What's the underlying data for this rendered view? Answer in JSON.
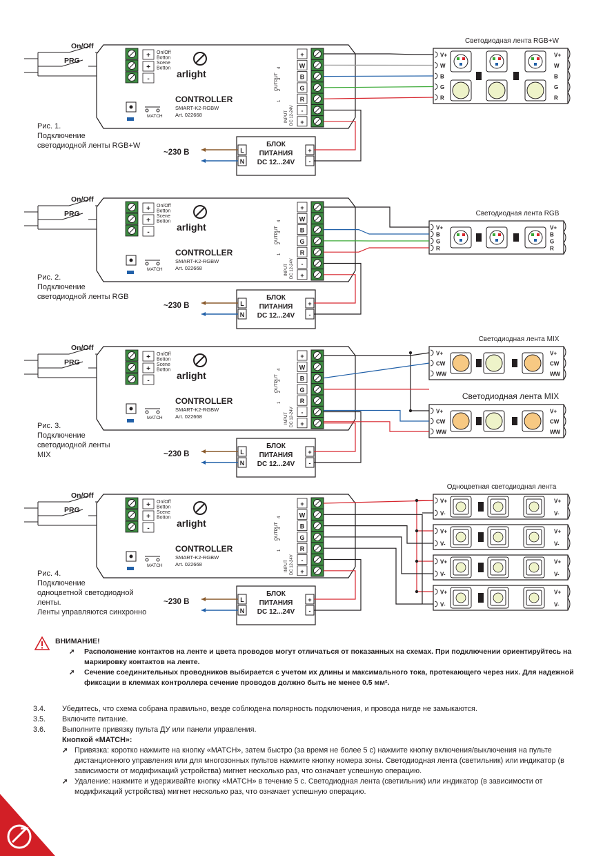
{
  "common": {
    "on_off": "On/Off",
    "prg": "PRG",
    "control_terms": [
      "On/Off",
      "Botton",
      "Scene",
      "Botton"
    ],
    "plus": "+",
    "minus": "-",
    "brand": "arlight",
    "controller_title": "CONTROLLER",
    "controller_model": "SMART-K2-RGBW",
    "controller_art": "Art. 022668",
    "match_label": "MATCH",
    "output_label": "OUTPUT",
    "input_label_1": "INPUT",
    "input_label_2": "DC 12-24V",
    "out_terms": [
      "+",
      "W",
      "B",
      "G",
      "R",
      "-",
      "+"
    ],
    "channel_numbers": [
      "4",
      "3",
      "2",
      "1"
    ],
    "mains": "~230 В",
    "psu_title_1": "БЛОК",
    "psu_title_2": "ПИТАНИЯ",
    "psu_title_3": "DC 12...24V",
    "psu_L": "L",
    "psu_N": "N"
  },
  "figures": [
    {
      "caption": "Рис. 1.\nПодключение\nсветодиодной ленты RGB+W",
      "strip_title": "Светодиодная лента RGB+W",
      "pins": [
        "V+",
        "W",
        "B",
        "G",
        "R"
      ]
    },
    {
      "caption": "Рис. 2.\nПодключение\nсветодиодной ленты RGB",
      "strip_title": "Светодиодная лента RGB",
      "pins": [
        "V+",
        "B",
        "G",
        "R"
      ]
    },
    {
      "caption": "Рис. 3.\nПодключение\nсветодиодной ленты\nMIX",
      "strip_title": "Светодиодная лента MIX",
      "strip_title_2": "Светодиодная лента MIX",
      "pins": [
        "V+",
        "CW",
        "WW"
      ]
    },
    {
      "caption": "Рис. 4.\nПодключение\nодноцветной светодиодной\nленты.\nЛенты управляются синхронно",
      "strip_title": "Одноцветная светодиодная лента",
      "pins": [
        "V+",
        "V-"
      ]
    }
  ],
  "warning": {
    "heading": "ВНИМАНИЕ!",
    "items": [
      "Расположение контактов на ленте и цвета проводов могут отличаться от показанных на схемах. При подключении ориентируйтесь на маркировку контактов на ленте.",
      "Сечение соединительных проводников выбирается с учетом их длины и максимального тока, протекающего через них. Для надежной фиксации в клеммах контроллера сечение проводов должно быть не менее 0.5 мм²."
    ]
  },
  "steps": [
    {
      "num": "3.4.",
      "text": "Убедитесь, что схема собрана правильно, везде соблюдена полярность подключения, и провода нигде не замыкаются."
    },
    {
      "num": "3.5.",
      "text": "Включите питание."
    },
    {
      "num": "3.6.",
      "text": "Выполните привязку пульта ДУ или панели управления."
    }
  ],
  "match": {
    "title": "Кнопкой «MATCH»:",
    "items": [
      "Привязка: коротко нажмите на кнопку «MATCH», затем быстро (за время не более 5 с) нажмите кнопку включения/выключения на пульте дистанционного управления или для многозонных пультов нажмите кнопку номера зоны. Светодиодная лента (светильник) или индикатор (в зависимости от модификаций устройства) мигнет несколько раз, что означает успешную операцию.",
      "Удаление: нажмите и удерживайте кнопку «MATCH» в течение 5 с. Светодиодная лента (светильник) или индикатор (в зависимости от модификаций устройства) мигнет несколько раз, что означает успешную операцию."
    ]
  },
  "colors": {
    "terminal_green": "#3d8b41",
    "wire_red": "#d7262e",
    "wire_blue": "#2160a8",
    "wire_green": "#3aa935",
    "wire_brown": "#8a5a2b",
    "wire_gray": "#9a9a9a",
    "led_yellow": "#f6dc8a",
    "accent_red": "#d21f26"
  }
}
